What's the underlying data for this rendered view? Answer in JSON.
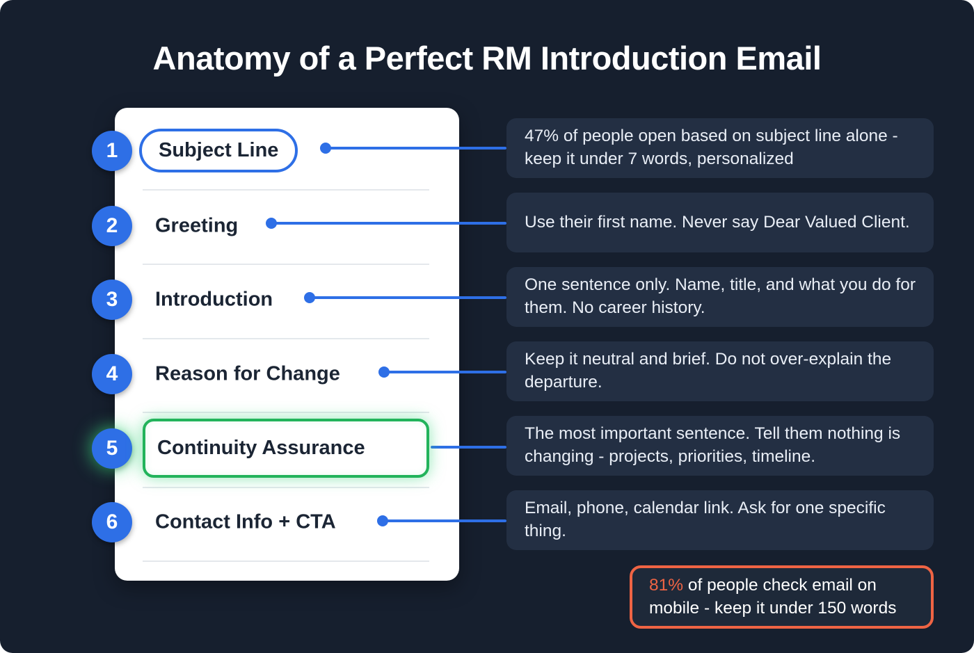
{
  "title": "Anatomy of a Perfect RM Introduction Email",
  "colors": {
    "bg": "#161f2e",
    "accent_blue": "#2e6fe6",
    "accent_green": "#22b35b",
    "accent_orange": "#ef6444",
    "note_bg": "#232f43",
    "text_light": "#e9eef6",
    "text_dark": "#1b2534"
  },
  "items": [
    {
      "number": "1",
      "label": "Subject Line",
      "highlight": "blue",
      "note": "47% of people open based on subject line alone - keep it under 7 words, personalized"
    },
    {
      "number": "2",
      "label": "Greeting",
      "highlight": "none",
      "note": "Use their first name. Never say Dear Valued Client."
    },
    {
      "number": "3",
      "label": "Introduction",
      "highlight": "none",
      "note": "One sentence only. Name, title, and what you do for them. No career history."
    },
    {
      "number": "4",
      "label": "Reason for Change",
      "highlight": "none",
      "note": "Keep it neutral and brief. Do not over-explain the departure."
    },
    {
      "number": "5",
      "label": "Continuity Assurance",
      "highlight": "green",
      "note": "The most important sentence. Tell them nothing is changing - projects, priorities, timeline."
    },
    {
      "number": "6",
      "label": "Contact Info + CTA",
      "highlight": "none",
      "note": "Email, phone, calendar link. Ask for one specific thing."
    }
  ],
  "footnote": {
    "stat": "81%",
    "text": " of people check email on mobile - keep it under 150 words"
  }
}
